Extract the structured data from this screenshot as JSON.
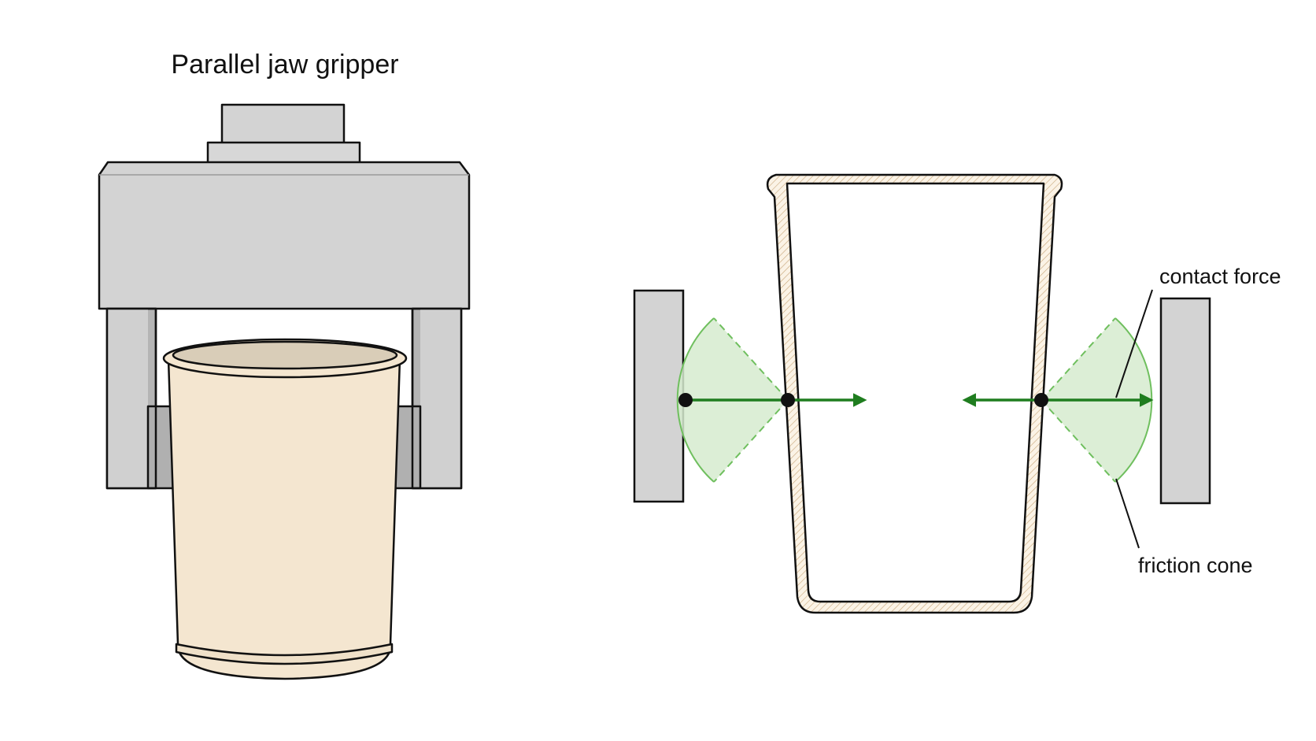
{
  "title": "Parallel jaw gripper",
  "labels": {
    "contact_force": "contact force",
    "friction_cone": "friction cone"
  },
  "colors": {
    "gripper_gray": "#d3d3d3",
    "gripper_dark": "#a9a9a9",
    "cup_fill": "#f4e6d0",
    "cup_rim": "#d9cdb8",
    "force_green": "#1f7d1f",
    "cone_fill": "#d6ebcf",
    "cone_stroke": "#6fbf5e",
    "outline": "#111111",
    "wall_hatch": "#c8a77a"
  }
}
